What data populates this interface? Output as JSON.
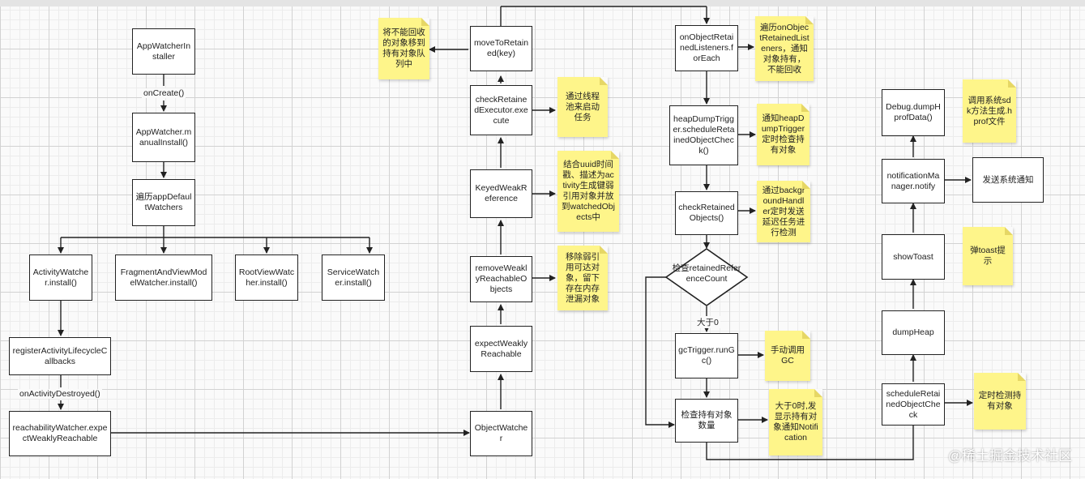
{
  "nodes": {
    "app_watcher_installer": "AppWatcherInstaller",
    "app_watcher_manual_install": "AppWatcher.manualInstall()",
    "traverse_app_default_watchers": "遍历appDefaultWatchers",
    "activity_watcher_install": "ActivityWatcher.install()",
    "fragment_view_model_watcher_install": "FragmentAndViewModelWatcher.install()",
    "root_view_watcher_install": "RootViewWatcher.install()",
    "service_watcher_install": "ServiceWatcher.install()",
    "register_activity_lifecycle_callbacks": "registerActivityLifecycleCallbacks",
    "reachability_expect_weakly_reachable": "reachabilityWatcher.expectWeaklyReachable",
    "object_watcher": "ObjectWatcher",
    "expect_weakly_reachable": "expectWeaklyReachable",
    "remove_weakly_reachable_objects": "removeWeaklyReachableObjects",
    "keyed_weak_reference": "KeyedWeakReference",
    "check_retained_executor_execute": "checkRetainedExecutor.execute",
    "move_to_retained": "moveToRetained(key)",
    "on_object_retained_listeners_for_each": "onObjectRetainedListeners.forEach",
    "heap_dump_trigger_schedule": "heapDumpTrigger.scheduleRetainedObjectCheck()",
    "check_retained_objects": "checkRetainedObjects()",
    "check_retained_reference_count": "检查retainedReferenceCount",
    "gc_trigger_run_gc": "gcTrigger.runGc()",
    "check_retained_object_count": "检查持有对象数量",
    "schedule_retained_object_check": "scheduleRetainedObjectCheck",
    "dump_heap": "dumpHeap",
    "show_toast": "showToast",
    "notification_manager_notify": "notificationManager.notify",
    "debug_dump_hprof_data": "Debug.dumpHprofData()",
    "send_system_notification": "发送系统通知"
  },
  "edge_labels": {
    "on_create": "onCreate()",
    "on_activity_destroyed": "onActivityDestroyed()",
    "greater_than_zero": "大于0"
  },
  "notes": {
    "move_to_retained_note": "将不能回收的对象移到持有对象队列中",
    "executor_note": "通过线程池来启动任务",
    "keyed_weak_reference_note": "结合uuid时间戳、描述为activity生成键弱引用对象并放到watchedObjects中",
    "remove_weakly_note": "移除弱引用可达对象，留下存在内存泄漏对象",
    "listeners_note": "遍历onObjectRetainedListeners，通知对象持有，不能回收",
    "heap_dump_trigger_note": "通知heapDumpTrigger定时检查持有对象",
    "check_retained_objects_note": "通过backgroundHandler定时发送延迟任务进行检测",
    "gc_note": "手动调用GC",
    "notification_note": "大于0时,发显示持有对象通知Notification",
    "hprof_note": "调用系统sdk方法生成.hprof文件",
    "toast_note": "弹toast提示",
    "schedule_check_note": "定时检测持有对象"
  },
  "watermark": "@稀土掘金技术社区",
  "colors": {
    "note_yellow": "#fef58a",
    "stroke": "#222222",
    "grid": "#d2d2d2"
  }
}
